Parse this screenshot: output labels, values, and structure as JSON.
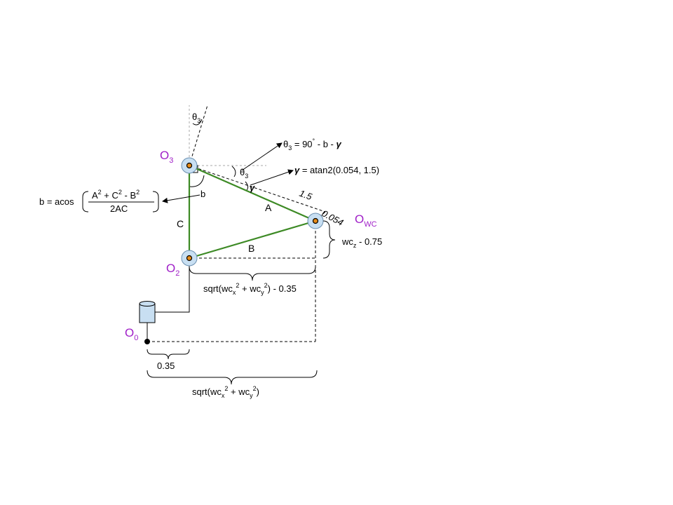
{
  "frames": {
    "o3": {
      "base": "O",
      "sub": "3"
    },
    "o2": {
      "base": "O",
      "sub": "2"
    },
    "o0": {
      "base": "O",
      "sub": "0"
    },
    "owc": {
      "base": "O",
      "sub": "WC"
    }
  },
  "links": {
    "a": "A",
    "b": "B",
    "c": "C",
    "angle_b": "b"
  },
  "dims": {
    "len_15": "1.5",
    "len_0054": "0.054",
    "offset_035": "0.35",
    "wcz_term": "wc",
    "wcz_sub": "z",
    "wcz_rest": " - 0.75",
    "sqrt_open": "sqrt(wc",
    "x_sub": "x",
    "sq": "2",
    "plus_wc": " + wc",
    "y_sub": "y",
    "sqrt_close": ")",
    "minus_035": ") - 0.35"
  },
  "angles": {
    "theta": "θ",
    "theta_sub": "3",
    "gamma": "γ"
  },
  "equations": {
    "theta3_rhs": " = 90",
    "deg": "°",
    "theta3_tail": " - b - ",
    "gamma_rhs": " = atan2(0.054, 1.5)",
    "b_lhs": "b = acos",
    "num_a": "A",
    "num_plus_c": " + C",
    "num_minus_b": " - B",
    "den": "2AC"
  },
  "colors": {
    "link_green": "#3d8a25",
    "frame_purple": "#a020c8",
    "joint_fill": "#c8dff2",
    "joint_core": "#e58a18"
  }
}
